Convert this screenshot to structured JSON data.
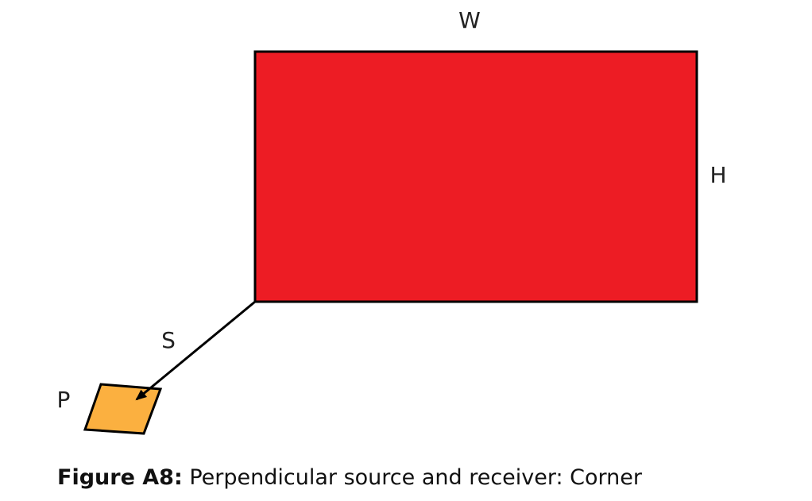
{
  "diagram": {
    "labels": {
      "width": "W",
      "height": "H",
      "source": "S",
      "receiver": "P"
    },
    "colors": {
      "rectangle_fill": "#ed1c24",
      "receiver_fill": "#fbb040",
      "stroke": "#000000"
    }
  },
  "caption": {
    "prefix": "Figure A8:",
    "text": "Perpendicular source and receiver: Corner"
  }
}
